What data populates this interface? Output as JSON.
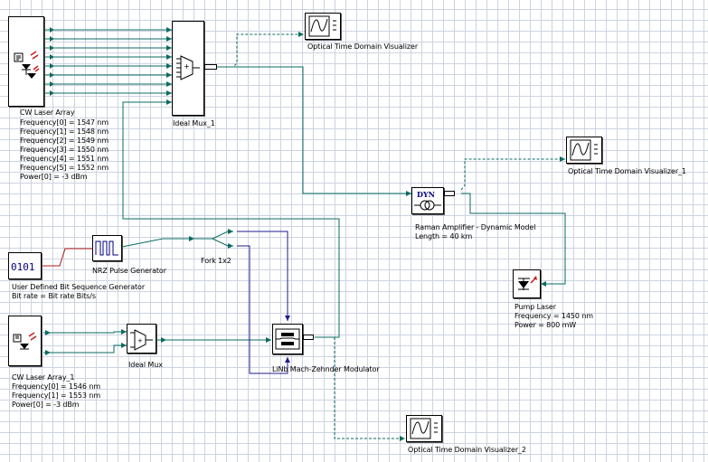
{
  "components": {
    "cw_array_top": {
      "title": "CW Laser Array",
      "params": [
        "Frequency[0] = 1547  nm",
        "Frequency[1] = 1548  nm",
        "Frequency[2] = 1549  nm",
        "Frequency[3] = 1550  nm",
        "Frequency[4] = 1551  nm",
        "Frequency[5] = 1552  nm",
        "Power[0] = -3  dBm"
      ]
    },
    "ideal_mux_1": {
      "title": "Ideal Mux_1"
    },
    "otdv_top": {
      "title": "Optical Time Domain Visualizer"
    },
    "otdv_1": {
      "title": "Optical Time Domain Visualizer_1"
    },
    "raman": {
      "title": "Raman Amplifier - Dynamic Model",
      "params": [
        "Length = 40  km"
      ],
      "icon_text": "DYN"
    },
    "bitgen": {
      "title": "User Defined Bit Sequence Generator",
      "params": [
        "Bit rate = Bit rate  Bits/s"
      ],
      "icon_text": "0101"
    },
    "nrz": {
      "title": "NRZ Pulse Generator"
    },
    "fork": {
      "title": "Fork 1x2"
    },
    "pump": {
      "title": "Pump Laser",
      "params": [
        "Frequency = 1450  nm",
        "Power = 800  mW"
      ]
    },
    "cw_array_bottom": {
      "title": "CW Laser Array_1",
      "params": [
        "Frequency[0] = 1546  nm",
        "Frequency[1] = 1553  nm",
        "Power[0] = -3  dBm"
      ]
    },
    "ideal_mux": {
      "title": "Ideal Mux"
    },
    "mzm": {
      "title": "LiNb Mach-Zehnder Modulator"
    },
    "otdv_2": {
      "title": "Optical Time Domain Visualizer_2"
    }
  },
  "colors": {
    "optical_wire": "#0b6b60",
    "electrical_wire": "#1c1c8c",
    "bit_wire": "#b01818",
    "monitor_wire": "#0b6b60",
    "grid": "#cdd3e2"
  }
}
